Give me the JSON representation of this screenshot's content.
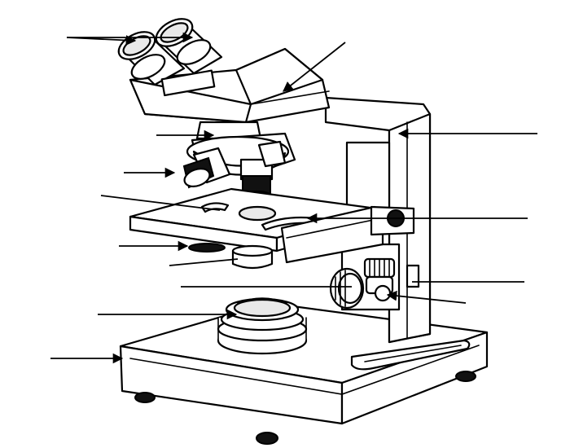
{
  "diagram": {
    "subject": "binocular-compound-light-microscope",
    "style": "black line art on white background",
    "colors": {
      "line": "#000000",
      "background": "#ffffff",
      "fill": "#ffffff"
    },
    "label_pointer_count": 13
  }
}
